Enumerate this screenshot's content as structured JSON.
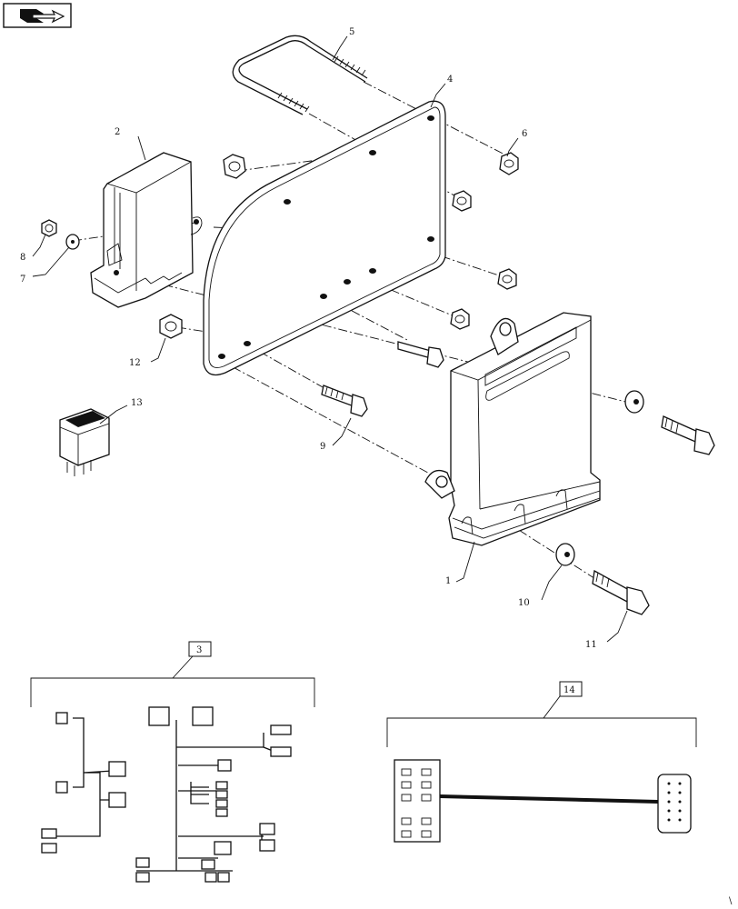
{
  "nav_icon": "next-page-arrow-icon",
  "callouts": [
    "1",
    "2",
    "3",
    "4",
    "5",
    "6",
    "7",
    "8",
    "9",
    "10",
    "11",
    "12",
    "13",
    "14"
  ],
  "corner_mark": "\\"
}
